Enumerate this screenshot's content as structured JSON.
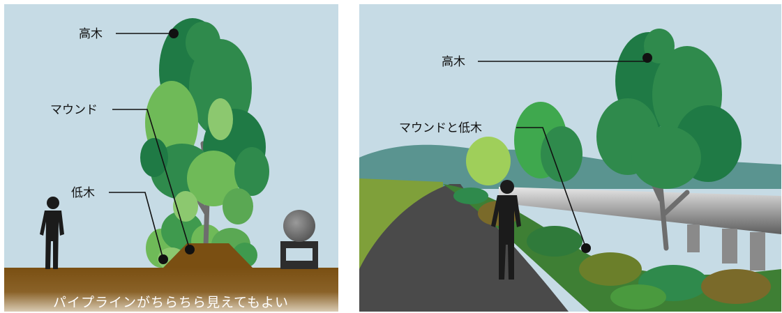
{
  "left": {
    "label_tall_tree": "高木",
    "label_mound": "マウンド",
    "label_shrub": "低木",
    "caption": "パイプラインがちらちら見えてもよい"
  },
  "right": {
    "label_tall_tree": "高木",
    "label_mound_shrub": "マウンドと低木"
  },
  "colors": {
    "sky": "#c6dbe5",
    "ground": "#7a4f12",
    "road": "#4a4a4a",
    "leaf_dark": "#1f7a45",
    "leaf_light": "#6fba58"
  }
}
